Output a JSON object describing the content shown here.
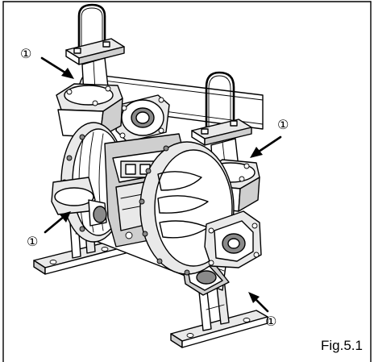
{
  "figure": {
    "label": "Fig.5.1",
    "callouts": [
      {
        "marker": "①"
      },
      {
        "marker": "①"
      },
      {
        "marker": "①"
      },
      {
        "marker": "①"
      }
    ]
  }
}
